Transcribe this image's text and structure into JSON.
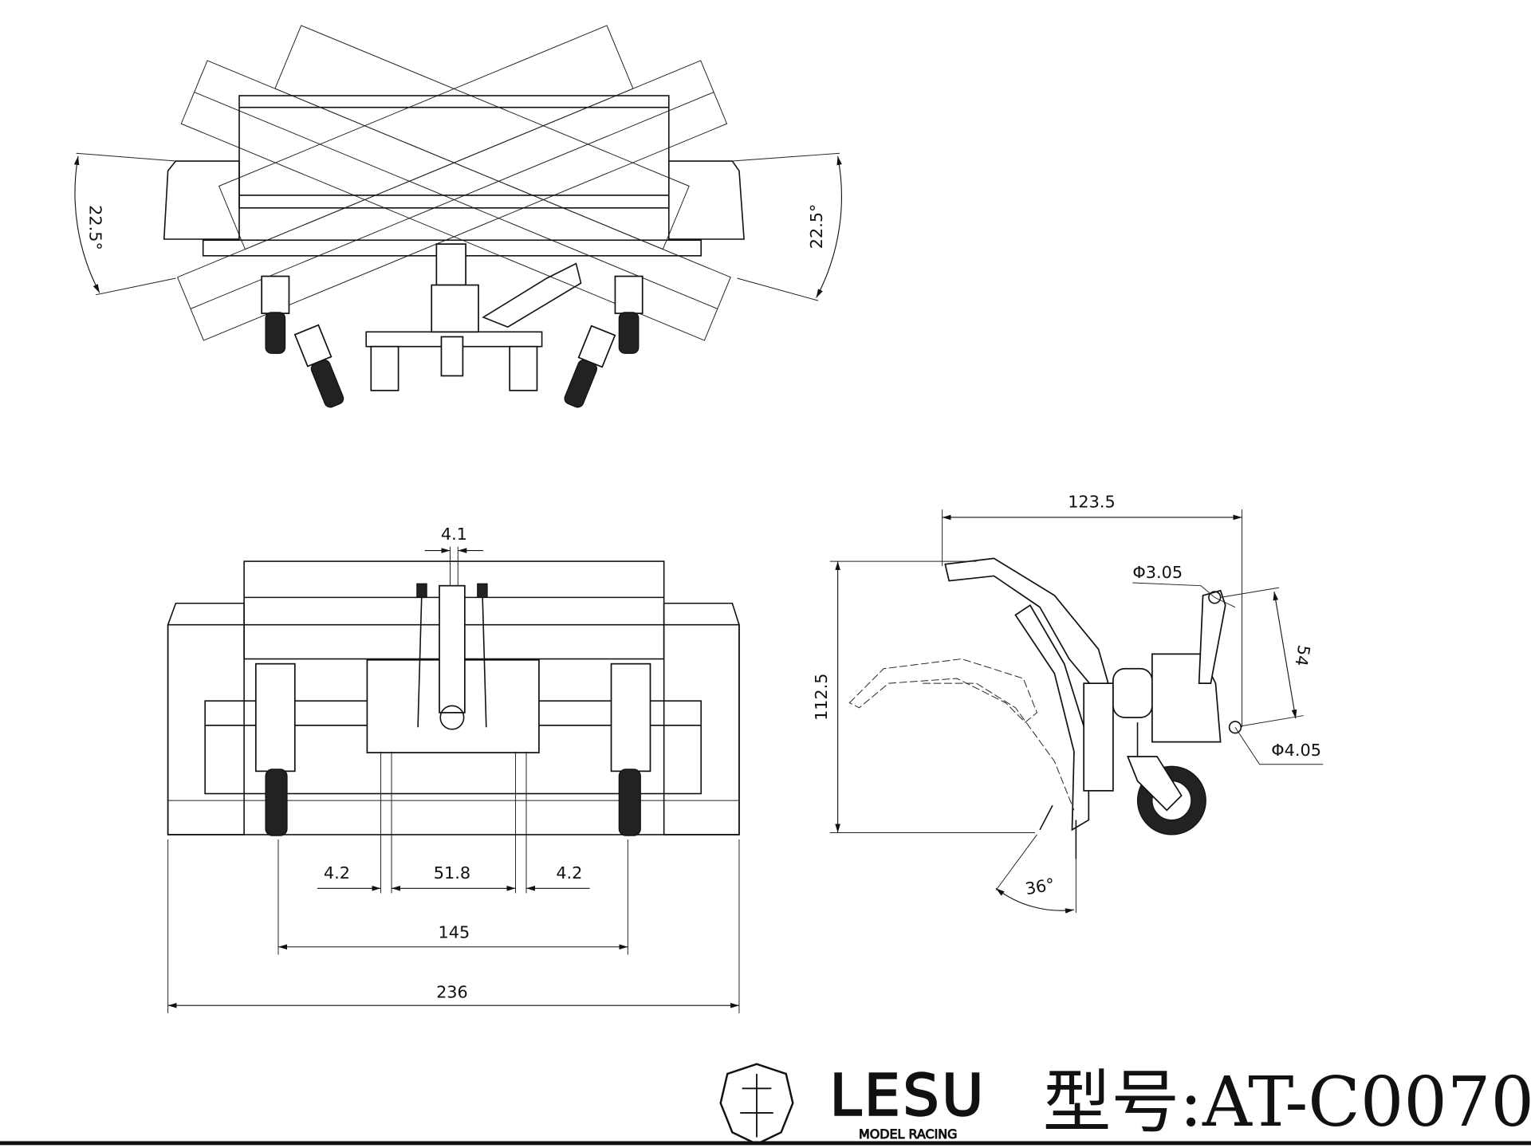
{
  "top_view": {
    "angle_left": "22.5°",
    "angle_right": "22.5°"
  },
  "front_view": {
    "dim_pin_width": "4.1",
    "dim_left_gap": "4.2",
    "dim_center": "51.8",
    "dim_right_gap": "4.2",
    "dim_wheel_span": "145",
    "dim_overall_width": "236"
  },
  "side_view": {
    "dim_length": "123.5",
    "dim_height": "112.5",
    "dim_mount_height": "54",
    "dia_upper_hole": "Φ3.05",
    "dia_lower_hole": "Φ4.05",
    "tilt_angle": "36°"
  },
  "footer": {
    "brand": "LESU",
    "brand_sub": "MODEL RACING",
    "model_label": "型号:AT-C0070"
  }
}
